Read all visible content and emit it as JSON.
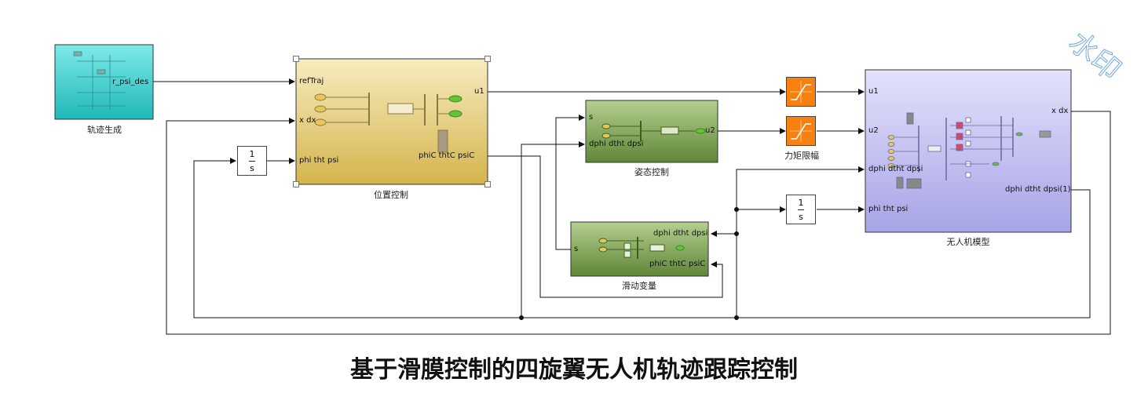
{
  "blocks": {
    "traj": {
      "caption": "轨迹生成",
      "out": "r_psi_des"
    },
    "pos": {
      "caption": "位置控制",
      "in1": "refTraj",
      "in2": "x dx",
      "in3": "phi tht psi",
      "out1": "u1",
      "out2": "phiC thtC psiC"
    },
    "att": {
      "caption": "姿态控制",
      "in1": "s",
      "in2": "dphi dtht dpsi",
      "out1": "u2"
    },
    "slide": {
      "caption": "滑动变量",
      "in1": "s",
      "out_label1": "dphi dtht dpsi",
      "out_label2": "phiC thtC psiC"
    },
    "sat": {
      "caption": "力矩限幅"
    },
    "uav": {
      "caption": "无人机模型",
      "in1": "u1",
      "in2": "u2",
      "in3": "dphi dtht dpsi",
      "in4": "phi tht psi",
      "out1": "x dx",
      "out2": "dphi dtht dpsi(1)"
    },
    "int1": {
      "num": "1",
      "den": "s"
    },
    "int2": {
      "num": "1",
      "den": "s"
    }
  },
  "title": "基于滑膜控制的四旋翼无人机轨迹跟踪控制",
  "watermark": "水印",
  "colors": {
    "traj": "#3fd3d3",
    "pos": "#e6cf78",
    "att": "#7b9e4e",
    "uav": "#c3c1f1",
    "sat": "#f7800e"
  }
}
